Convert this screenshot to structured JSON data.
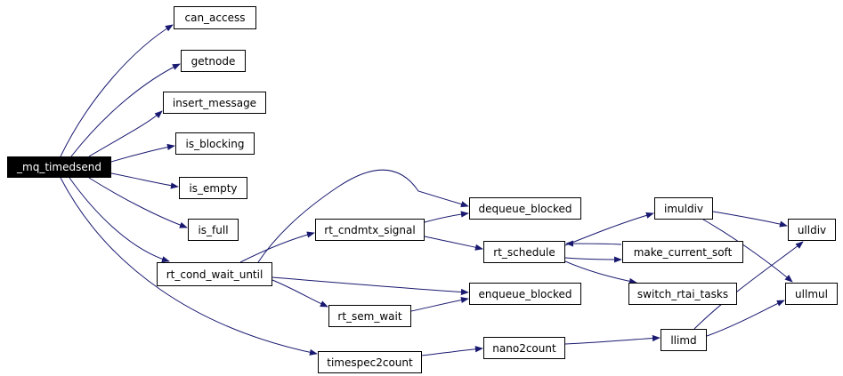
{
  "diagram": {
    "root": "_mq_timedsend",
    "nodes": {
      "mq_timedsend": "_mq_timedsend",
      "can_access": "can_access",
      "getnode": "getnode",
      "insert_message": "insert_message",
      "is_blocking": "is_blocking",
      "is_empty": "is_empty",
      "is_full": "is_full",
      "rt_cond_wait_until": "rt_cond_wait_until",
      "timespec2count": "timespec2count",
      "rt_cndmtx_signal": "rt_cndmtx_signal",
      "rt_sem_wait": "rt_sem_wait",
      "dequeue_blocked": "dequeue_blocked",
      "rt_schedule": "rt_schedule",
      "enqueue_blocked": "enqueue_blocked",
      "nano2count": "nano2count",
      "imuldiv": "imuldiv",
      "make_current_soft": "make_current_soft",
      "switch_rtai_tasks": "switch_rtai_tasks",
      "llimd": "llimd",
      "ulldiv": "ulldiv",
      "ullmul": "ullmul"
    },
    "edges": [
      [
        "mq_timedsend",
        "can_access"
      ],
      [
        "mq_timedsend",
        "getnode"
      ],
      [
        "mq_timedsend",
        "insert_message"
      ],
      [
        "mq_timedsend",
        "is_blocking"
      ],
      [
        "mq_timedsend",
        "is_empty"
      ],
      [
        "mq_timedsend",
        "is_full"
      ],
      [
        "mq_timedsend",
        "rt_cond_wait_until"
      ],
      [
        "mq_timedsend",
        "timespec2count"
      ],
      [
        "rt_cond_wait_until",
        "dequeue_blocked"
      ],
      [
        "rt_cond_wait_until",
        "rt_cndmtx_signal"
      ],
      [
        "rt_cond_wait_until",
        "enqueue_blocked"
      ],
      [
        "rt_cond_wait_until",
        "rt_sem_wait"
      ],
      [
        "rt_cndmtx_signal",
        "dequeue_blocked"
      ],
      [
        "rt_cndmtx_signal",
        "rt_schedule"
      ],
      [
        "rt_sem_wait",
        "enqueue_blocked"
      ],
      [
        "rt_schedule",
        "imuldiv"
      ],
      [
        "rt_schedule",
        "make_current_soft"
      ],
      [
        "make_current_soft",
        "rt_schedule"
      ],
      [
        "rt_schedule",
        "switch_rtai_tasks"
      ],
      [
        "timespec2count",
        "nano2count"
      ],
      [
        "nano2count",
        "llimd"
      ],
      [
        "imuldiv",
        "ulldiv"
      ],
      [
        "imuldiv",
        "ullmul"
      ],
      [
        "llimd",
        "ulldiv"
      ],
      [
        "llimd",
        "ullmul"
      ]
    ],
    "colors": {
      "edge": "#191970",
      "node_border": "#000000",
      "root_fill": "#000000",
      "root_text": "#ffffff"
    }
  }
}
